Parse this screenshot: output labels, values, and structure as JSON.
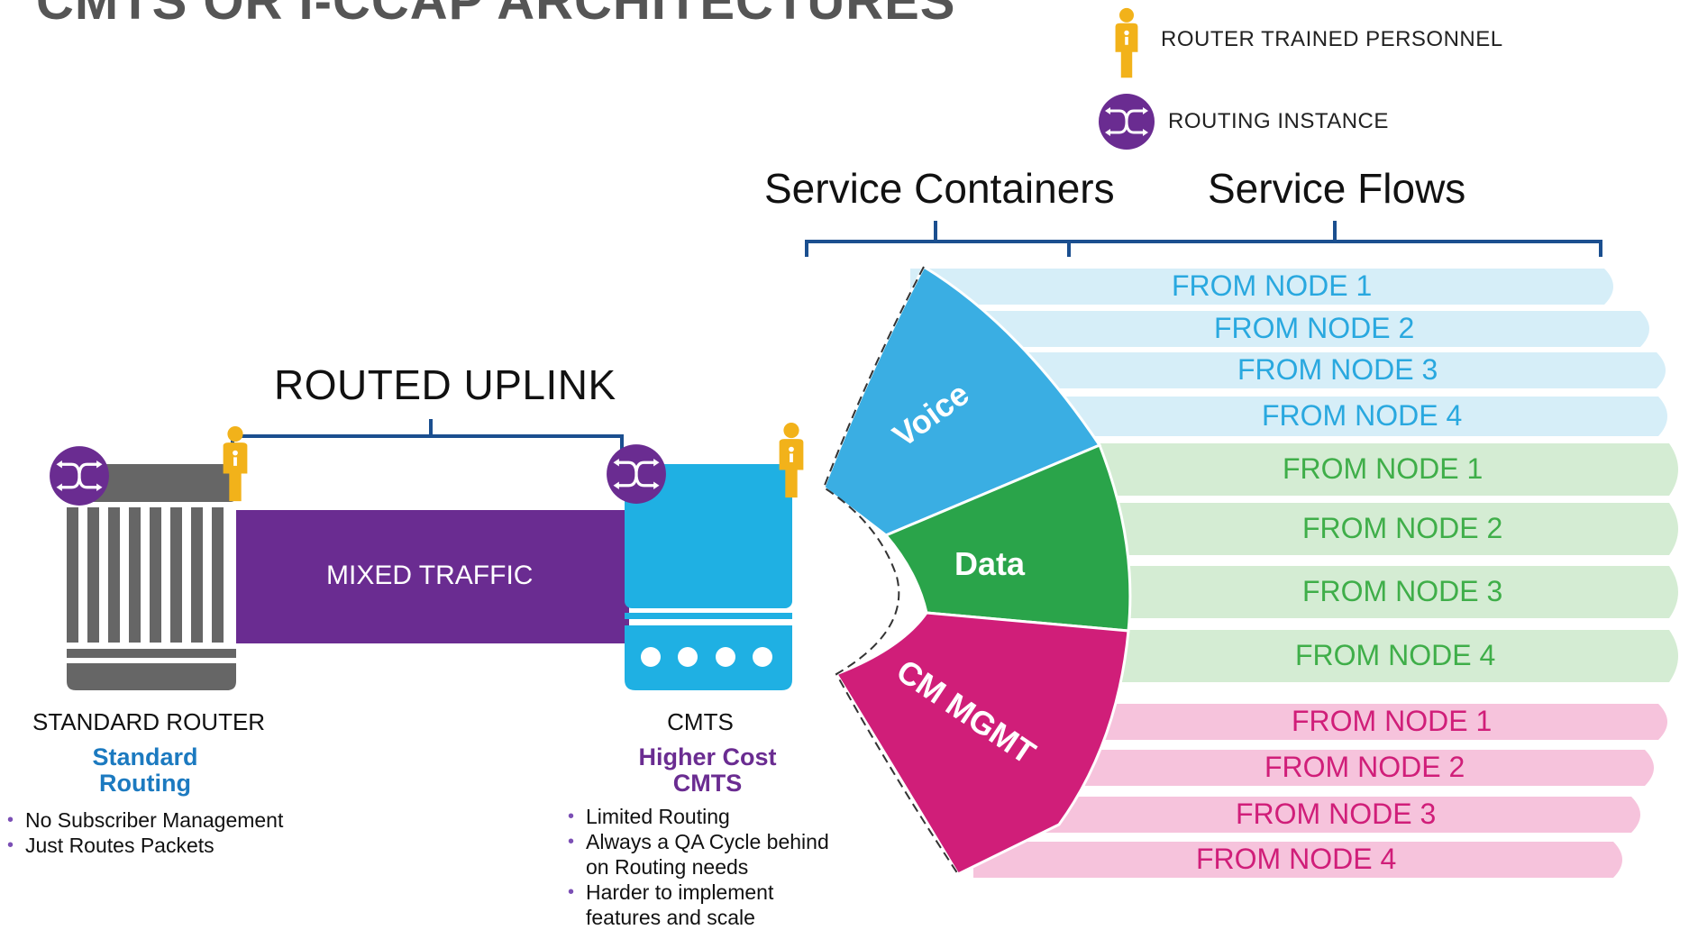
{
  "title": "CMTS OR I-CCAP ARCHITECTURES",
  "legend": {
    "personnel_label": "ROUTER TRAINED PERSONNEL",
    "routing_label": "ROUTING INSTANCE"
  },
  "headers": {
    "containers": "Service Containers",
    "flows": "Service Flows"
  },
  "uplink": {
    "label": "ROUTED UPLINK",
    "pipe_label": "MIXED TRAFFIC"
  },
  "router": {
    "name": "STANDARD ROUTER",
    "tag_line1": "Standard",
    "tag_line2": "Routing",
    "bullets": [
      "No Subscriber Management",
      "Just Routes Packets"
    ]
  },
  "cmts": {
    "name": "CMTS",
    "tag_line1": "Higher Cost",
    "tag_line2": "CMTS",
    "bullets": [
      "Limited Routing",
      "Always a QA Cycle behind on Routing needs",
      "Harder to implement features and scale"
    ]
  },
  "containers": [
    {
      "label": "Voice",
      "color": "#3aaee3"
    },
    {
      "label": "Data",
      "color": "#2aa44a"
    },
    {
      "label": "CM MGMT",
      "color": "#d01e79"
    }
  ],
  "flows": [
    {
      "label": "FROM NODE 1",
      "group": "voice"
    },
    {
      "label": "FROM NODE 2",
      "group": "voice"
    },
    {
      "label": "FROM NODE 3",
      "group": "voice"
    },
    {
      "label": "FROM NODE 4",
      "group": "voice"
    },
    {
      "label": "FROM NODE 1",
      "group": "data"
    },
    {
      "label": "FROM NODE 2",
      "group": "data"
    },
    {
      "label": "FROM NODE 3",
      "group": "data"
    },
    {
      "label": "FROM NODE 4",
      "group": "data"
    },
    {
      "label": "FROM NODE 1",
      "group": "mgmt"
    },
    {
      "label": "FROM NODE 2",
      "group": "mgmt"
    },
    {
      "label": "FROM NODE 3",
      "group": "mgmt"
    },
    {
      "label": "FROM NODE 4",
      "group": "mgmt"
    }
  ],
  "colors": {
    "purple": "#6a2c91",
    "cyan": "#1fb0e3",
    "gray": "#666666",
    "gold": "#f2b21a",
    "bracket": "#1b4f8f",
    "voice_band": "#d6eef8",
    "voice_text": "#29a8df",
    "data_band": "#d4ecd3",
    "data_text": "#3fae49",
    "mgmt_band": "#f6c3dc",
    "mgmt_text": "#d01e79",
    "router_tag": "#1c7ac0",
    "cmts_tag": "#6a2c91"
  }
}
